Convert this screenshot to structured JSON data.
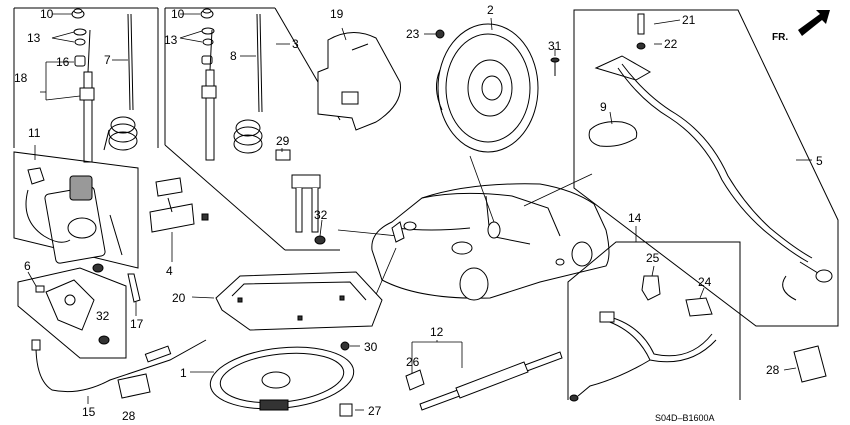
{
  "diagram": {
    "reference_code": "S04D–B1600A",
    "direction_label": "FR.",
    "callouts": {
      "c1": "1",
      "c2": "2",
      "c3": "3",
      "c4": "4",
      "c5": "5",
      "c6": "6",
      "c7a": "7",
      "c8": "8",
      "c9": "9",
      "c10a": "10",
      "c10b": "10",
      "c11": "11",
      "c12": "12",
      "c13a": "13",
      "c13b": "13",
      "c14": "14",
      "c15": "15",
      "c16": "16",
      "c17": "17",
      "c18": "18",
      "c19": "19",
      "c20": "20",
      "c21": "21",
      "c22": "22",
      "c23": "23",
      "c24": "24",
      "c25": "25",
      "c26": "26",
      "c27": "27",
      "c28a": "28",
      "c28b": "28",
      "c29": "29",
      "c30": "30",
      "c31": "31",
      "c32a": "32",
      "c32b": "32"
    }
  }
}
